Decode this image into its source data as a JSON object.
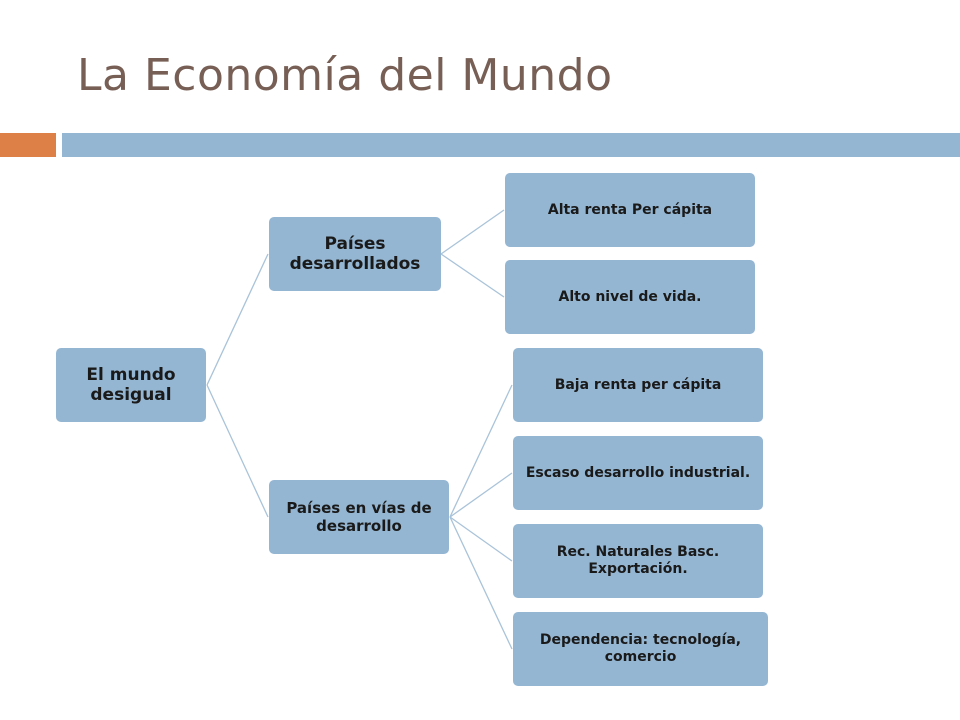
{
  "title": "La Economía del Mundo",
  "colors": {
    "title": "#775f55",
    "accent_bar": "#dd8047",
    "main_bar": "#94b6d2",
    "node_fill": "#94b6d2",
    "connector": "#a9c3d9"
  },
  "diagram": {
    "root": "El mundo desigual",
    "branches": [
      {
        "label": "Países desarrollados",
        "children": [
          "Alta renta Per cápita",
          "Alto nivel de vida."
        ]
      },
      {
        "label": "Países en vías de desarrollo",
        "children": [
          "Baja renta per cápita",
          "Escaso desarrollo industrial.",
          "Rec. Naturales Basc. Exportación.",
          "Dependencia: tecnología, comercio"
        ]
      }
    ]
  }
}
